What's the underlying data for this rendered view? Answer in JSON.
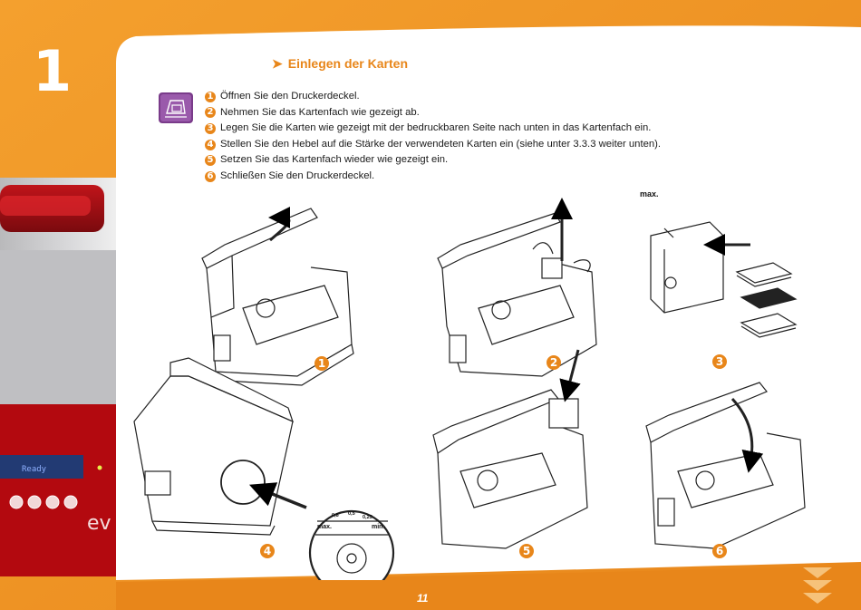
{
  "chapter": {
    "number": "1"
  },
  "section": {
    "title": "Einlegen der Karten"
  },
  "steps": [
    {
      "num": "1",
      "text": "Öffnen Sie den Druckerdeckel."
    },
    {
      "num": "2",
      "text": "Nehmen Sie das Kartenfach wie gezeigt ab."
    },
    {
      "num": "3",
      "text": "Legen Sie die Karten wie gezeigt mit der bedruckbaren Seite nach unten in das Kartenfach ein."
    },
    {
      "num": "4",
      "text": "Stellen Sie den Hebel auf die Stärke der verwendeten Karten ein (siehe unter 3.3.3 weiter unten)."
    },
    {
      "num": "5",
      "text": "Setzen Sie das Kartenfach wieder wie gezeigt ein."
    },
    {
      "num": "6",
      "text": "Schließen Sie den Druckerdeckel."
    }
  ],
  "figures": {
    "labels": [
      "1",
      "2",
      "3",
      "4",
      "5",
      "6"
    ],
    "max_label": "max.",
    "dial": {
      "max": "max.",
      "min": "min.",
      "marks": [
        "0,8",
        "0,5",
        "0,25"
      ]
    }
  },
  "photo": {
    "display_text": "Ready",
    "brand_fragment": "ev"
  },
  "footer": {
    "page_number": "11"
  },
  "colors": {
    "accent": "#e8861a",
    "footer_bar": "#e8861a"
  },
  "icons": {
    "section_icon": "card-tray-icon",
    "nav": "chevron-down-icon"
  }
}
